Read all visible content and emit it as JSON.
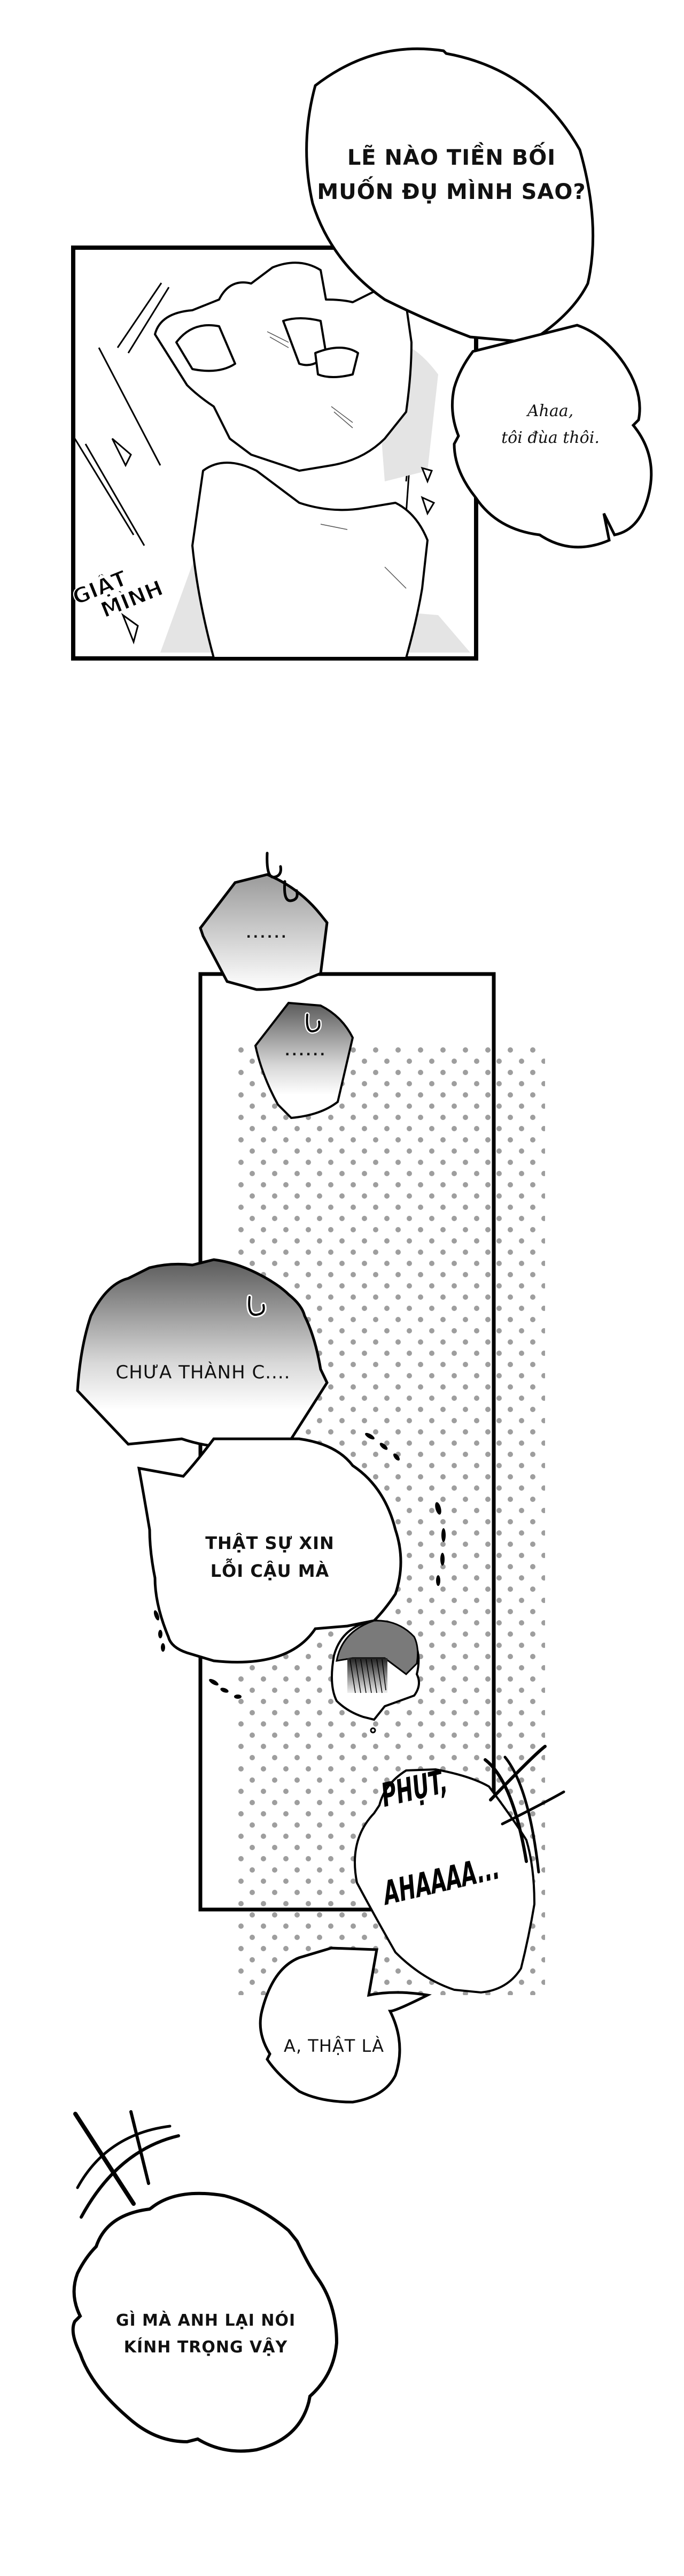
{
  "page": {
    "type": "webtoon-page",
    "background": "#ffffff",
    "ink_color": "#000000",
    "screentone_color": "#9e9e9e"
  },
  "panel_1": {
    "description": "Close-up of a clenched fist being grabbed by another hand at the wrist",
    "speech_bubbles": [
      {
        "id": "bubble-1",
        "style": "round",
        "lines": [
          "LẼ NÀO TIỀN BỐI",
          "MUỐN ĐỤ MÌNH SAO?"
        ]
      },
      {
        "id": "bubble-2",
        "style": "cloud",
        "lines": [
          "Ahaa,",
          "tôi đùa thôi."
        ]
      }
    ],
    "sfx": {
      "lines": [
        "GIẬT",
        "MÌNH"
      ]
    }
  },
  "panel_2": {
    "description": "Dotted screentone panel with gradient thought bubbles and a small chibi character hiding his blushing face",
    "speech_bubbles": [
      {
        "id": "bubble-3",
        "style": "gradient-polygon",
        "lines": [
          "......"
        ],
        "sweat_marks": 2
      },
      {
        "id": "bubble-4",
        "style": "gradient-polygon",
        "lines": [
          "......"
        ],
        "sweat_marks": 1
      },
      {
        "id": "bubble-5",
        "style": "gradient-wavy",
        "lines": [
          "CHƯA THÀNH C...."
        ],
        "sweat_marks": 1
      },
      {
        "id": "bubble-6",
        "style": "wavy",
        "lines": [
          "THẬT SỰ XIN",
          "LỖI CẬU MÀ"
        ]
      }
    ]
  },
  "panel_3": {
    "speech_bubbles": [
      {
        "id": "bubble-7",
        "style": "burst",
        "lines": [
          "PHỤT,",
          "AHAAAA..."
        ]
      },
      {
        "id": "bubble-8",
        "style": "cloud",
        "lines": [
          "A, THẬT LÀ"
        ]
      },
      {
        "id": "bubble-9",
        "style": "cloud",
        "lines": [
          "GÌ MÀ ANH LẠI NÓI",
          "KÍNH TRỌNG VẬY"
        ]
      }
    ],
    "effects": [
      "laugh-hash-mark-right",
      "laugh-hash-mark-left"
    ]
  }
}
